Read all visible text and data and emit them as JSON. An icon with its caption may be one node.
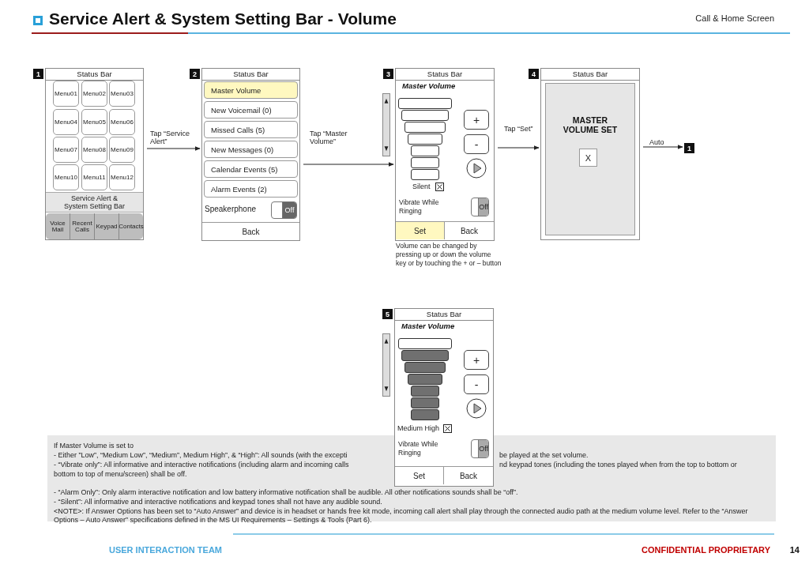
{
  "diagram": {
    "title": "Service Alert & System Setting Bar - Volume",
    "nodes": [
      {
        "text": [
          "Status Bar"
        ]
      },
      {
        "text": [
          "Menu01"
        ],
        "in": 0
      },
      {
        "text": [
          "Menu02"
        ],
        "in": 0
      },
      {
        "text": [
          "Menu03"
        ],
        "in": 0
      },
      {
        "text": [
          "Menu04"
        ],
        "in": 0
      },
      {
        "text": [
          "Menu05"
        ],
        "in": 0
      },
      {
        "text": [
          "Menu06"
        ],
        "in": 0
      },
      {
        "text": [
          "Menu07"
        ],
        "in": 0
      },
      {
        "text": [
          "Menu08"
        ],
        "in": 0
      },
      {
        "text": [
          "Menu09"
        ],
        "in": 0
      },
      {
        "text": [
          "Menu10"
        ],
        "in": 0
      },
      {
        "text": [
          "Menu11"
        ],
        "in": 0
      },
      {
        "text": [
          "Menu12"
        ],
        "in": 0
      },
      {
        "text": [
          "Service Alert & System Setting Bar"
        ],
        "in": 0
      },
      {
        "text": [
          "Voice Mail"
        ],
        "in": 0
      },
      {
        "text": [
          "Recent Calls"
        ],
        "in": 0
      },
      {
        "text": [
          "Keypad"
        ],
        "in": 0
      },
      {
        "text": [
          "Contacts"
        ],
        "in": 0
      },
      {
        "text": [
          "Status Bar"
        ]
      },
      {
        "text": [
          "Master Volume"
        ],
        "in": 18
      },
      {
        "text": [
          "New Voicemail (0)"
        ],
        "in": 18
      },
      {
        "text": [
          "Missed Calls (5)"
        ],
        "in": 18
      },
      {
        "text": [
          "New Messages (0)"
        ],
        "in": 18
      },
      {
        "text": [
          "Calendar Events (5)"
        ],
        "in": 18
      },
      {
        "text": [
          "Alarm Events (2)"
        ],
        "in": 18
      },
      {
        "text": [
          "Off"
        ],
        "in": 18
      },
      {
        "text": [
          "Back"
        ],
        "in": 18
      },
      {
        "text": [
          "Status Bar",
          "Master Volume"
        ],
        "beside": [
          "Volume can be changed by pressing up or down the volume key or by touching the + or – button"
        ]
      },
      {
        "text": [],
        "shape": "bar",
        "in": 27
      },
      {
        "text": [],
        "shape": "bar",
        "in": 27
      },
      {
        "text": [],
        "shape": "bar",
        "in": 27
      },
      {
        "text": [],
        "shape": "bar",
        "in": 27
      },
      {
        "text": [],
        "shape": "bar",
        "in": 27
      },
      {
        "text": [],
        "shape": "bar",
        "in": 27
      },
      {
        "text": [],
        "shape": "bar",
        "in": 27
      },
      {
        "text": [
          "+"
        ],
        "in": 27
      },
      {
        "text": [
          "-"
        ],
        "in": 27
      },
      {
        "text": [],
        "shape": "circle",
        "in": 27
      },
      {
        "text": [],
        "shape": "bar"
      },
      {
        "text": [
          "Off"
        ],
        "in": 27
      },
      {
        "text": [
          "Set"
        ],
        "in": 27
      },
      {
        "text": [
          "Back"
        ],
        "in": 27
      },
      {
        "text": [
          "Status Bar"
        ]
      },
      {
        "text": [
          "MASTER VOLUME SET"
        ],
        "in": 42
      },
      {
        "text": [
          "X"
        ],
        "in": 43
      },
      {
        "text": [
          "1"
        ]
      },
      {
        "text": [
          "Status Bar",
          "Master Volume"
        ]
      },
      {
        "text": [],
        "shape": "bar",
        "in": 46
      },
      {
        "text": [],
        "shape": "bar",
        "in": 46
      },
      {
        "text": [],
        "shape": "bar",
        "in": 46
      },
      {
        "text": [],
        "shape": "bar",
        "in": 46
      },
      {
        "text": [],
        "shape": "bar",
        "in": 46
      },
      {
        "text": [],
        "shape": "bar",
        "in": 46
      },
      {
        "text": [],
        "shape": "bar",
        "in": 46
      },
      {
        "text": [
          "+"
        ],
        "in": 46
      },
      {
        "text": [
          "-"
        ],
        "in": 46
      },
      {
        "text": [],
        "shape": "circle",
        "in": 46
      },
      {
        "text": [],
        "shape": "bar"
      },
      {
        "text": [
          "Off"
        ],
        "in": 46
      },
      {
        "text": [
          "Set"
        ],
        "in": 46
      },
      {
        "text": [
          "Back"
        ],
        "in": 46
      },
      {
        "text": [
          "1"
        ]
      },
      {
        "text": [
          "2"
        ]
      },
      {
        "text": [
          "3"
        ]
      },
      {
        "text": [
          "4"
        ]
      },
      {
        "text": [
          "5"
        ]
      }
    ],
    "edges": [
      {
        "from": 0,
        "to": 18,
        "arrow": "to",
        "label": "Tap “Service Alert”"
      },
      {
        "from": 18,
        "to": 27,
        "arrow": "to",
        "label": "Tap “Master Volume”"
      },
      {
        "from": 27,
        "to": 42,
        "arrow": "to",
        "label": "Tap “Set”"
      },
      {
        "from": 42,
        "to": 45,
        "arrow": "to",
        "label": "Auto"
      }
    ],
    "labels": [
      "Call & Home Screen",
      "Speakerphone",
      "Silent",
      "Vibrate While Ringing",
      "Medium High",
      "Vibrate While Ringing",
      "If Master Volume is set to",
      "- Either ”Low”, “Medium Low”, “Medium”, Medium High”, & “High”:  All sounds (with the excepti",
      "be played at the set volume.",
      "- “Vibrate only”: All informative and interactive notifications (including alarm and incoming calls",
      "nd keypad tones (including the tones played when from the top to bottom or",
      "bottom to top of menu/screen) shall be off.",
      "- “Alarm Only”: Only alarm interactive notification and low battery informative notification shall be audible.  All other notifications sounds shall be “off”.",
      "- “Silent”:  All informative and interactive notifications and keypad tones shall not have any audible sound.",
      "<NOTE>: If Answer Options has been set to “Auto Answer” and device is in headset or hands free kit mode, incoming call alert shall play through the connected audio path at the medium volume level.  Refer to the “Answer Options – Auto Answer” specifications defined in the MS UI Requirements – Settings & Tools (Part 6).",
      "USER INTERACTION TEAM",
      "CONFIDENTIAL PROPRIETARY",
      "14"
    ]
  }
}
